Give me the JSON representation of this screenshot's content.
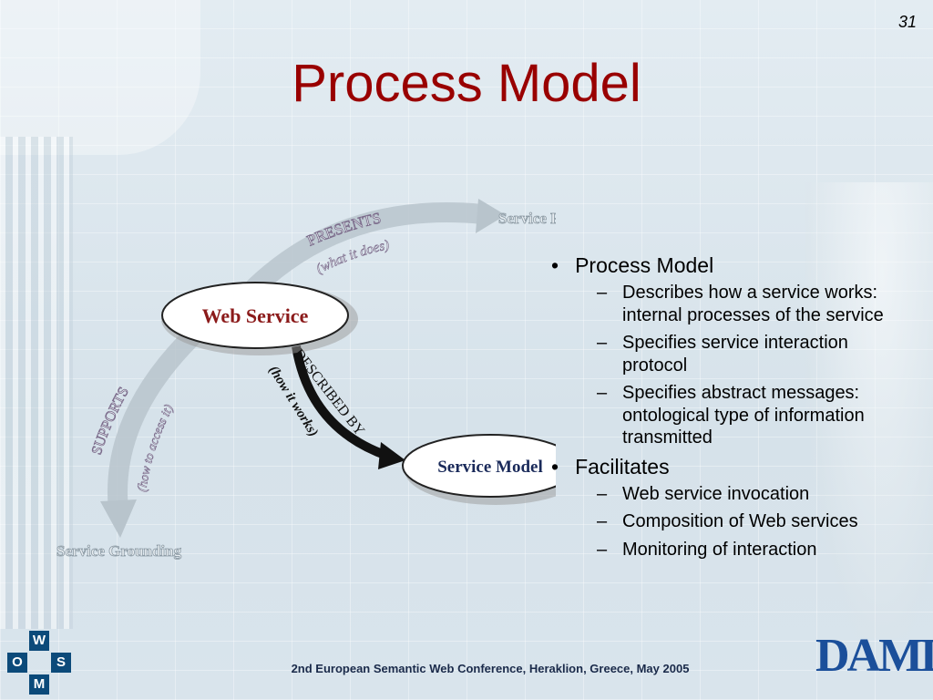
{
  "page_number": "31",
  "title": "Process Model",
  "diagram": {
    "node_web_service": "Web Service",
    "node_service_model": "Service Model",
    "node_service_profile": "Service Profile",
    "node_service_grounding": "Service Grounding",
    "arrow_presents": "PRESENTS",
    "arrow_presents_sub": "(what it does)",
    "arrow_described_by": "DESCRIBED BY",
    "arrow_described_sub": "(how it works)",
    "arrow_supports": "SUPPORTS",
    "arrow_supports_sub": "(how to access it)"
  },
  "bullets": [
    {
      "text": "Process Model",
      "sub": [
        "Describes how a service works: internal processes of the service",
        "Specifies service interaction protocol",
        "Specifies abstract messages: ontological type of information transmitted"
      ]
    },
    {
      "text": "Facilitates",
      "sub": [
        "Web service invocation",
        "Composition of Web services",
        "Monitoring of interaction"
      ]
    }
  ],
  "footer": "2nd European Semantic Web Conference, Heraklion, Greece, May 2005",
  "logo_left_letters": [
    "W",
    "O",
    "S",
    "M"
  ],
  "logo_right_text": "DAML",
  "colors": {
    "title": "#990000",
    "diagram_text": "#8b1a1a",
    "logo_blue": "#1b4f9a"
  }
}
